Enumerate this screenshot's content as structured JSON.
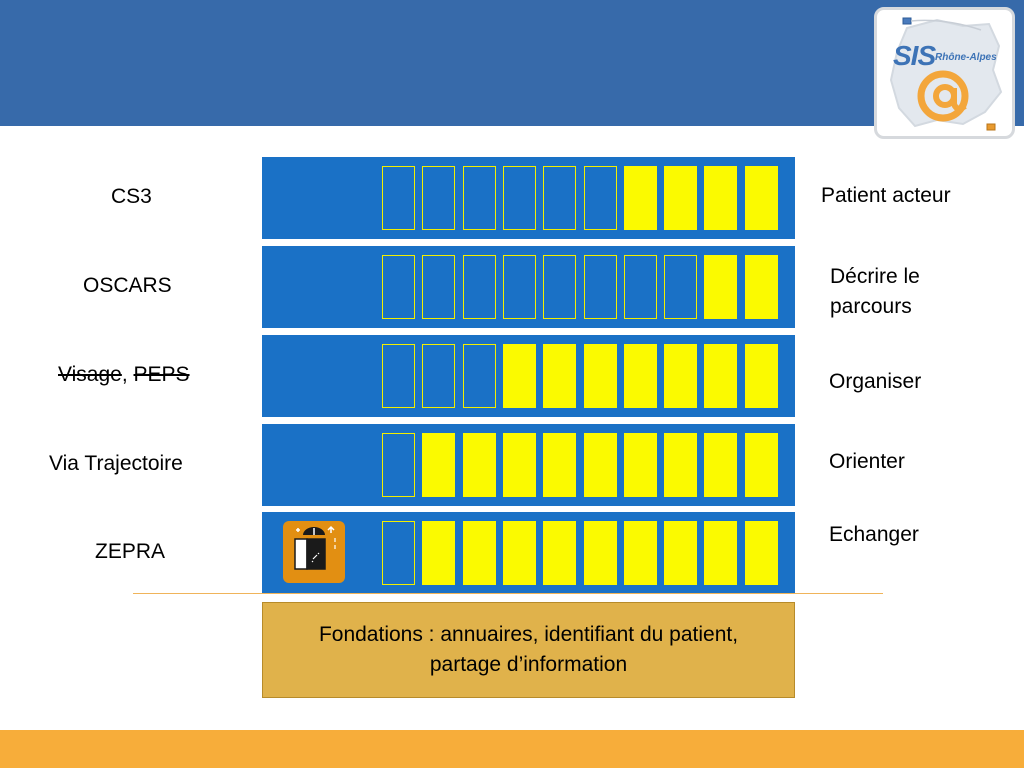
{
  "colors": {
    "header": "#376aaa",
    "footer": "#f7ad3a",
    "band": "#1a71c6",
    "cell_filled": "#fbfa00",
    "cell_outline": "#f1ee00",
    "foundation": "#e0b24b",
    "app_icon": "#e28f12"
  },
  "logo": {
    "brand": "SIS",
    "region": "Rhône-Alpes",
    "symbol": "@"
  },
  "rows": [
    {
      "label": "CS3",
      "filled_cells": 4,
      "total_cells": 10
    },
    {
      "label": "OSCARS",
      "filled_cells": 2,
      "total_cells": 10
    },
    {
      "label_parts": [
        "Visage",
        ", ",
        "PEPS"
      ],
      "filled_cells": 7,
      "total_cells": 10
    },
    {
      "label": "Via Trajectoire",
      "filled_cells": 9,
      "total_cells": 10
    },
    {
      "label": "ZEPRA",
      "filled_cells": 9,
      "total_cells": 10,
      "icon": "elevator-icon"
    }
  ],
  "levels": [
    {
      "lines": [
        "Patient acteur"
      ]
    },
    {
      "lines": [
        "Décrire le",
        "parcours"
      ]
    },
    {
      "lines": [
        "Organiser"
      ]
    },
    {
      "lines": [
        "Orienter"
      ]
    },
    {
      "lines": [
        "Echanger"
      ]
    }
  ],
  "foundation": {
    "line1": "Fondations : annuaires, identifiant du patient,",
    "line2": "partage d’information"
  }
}
